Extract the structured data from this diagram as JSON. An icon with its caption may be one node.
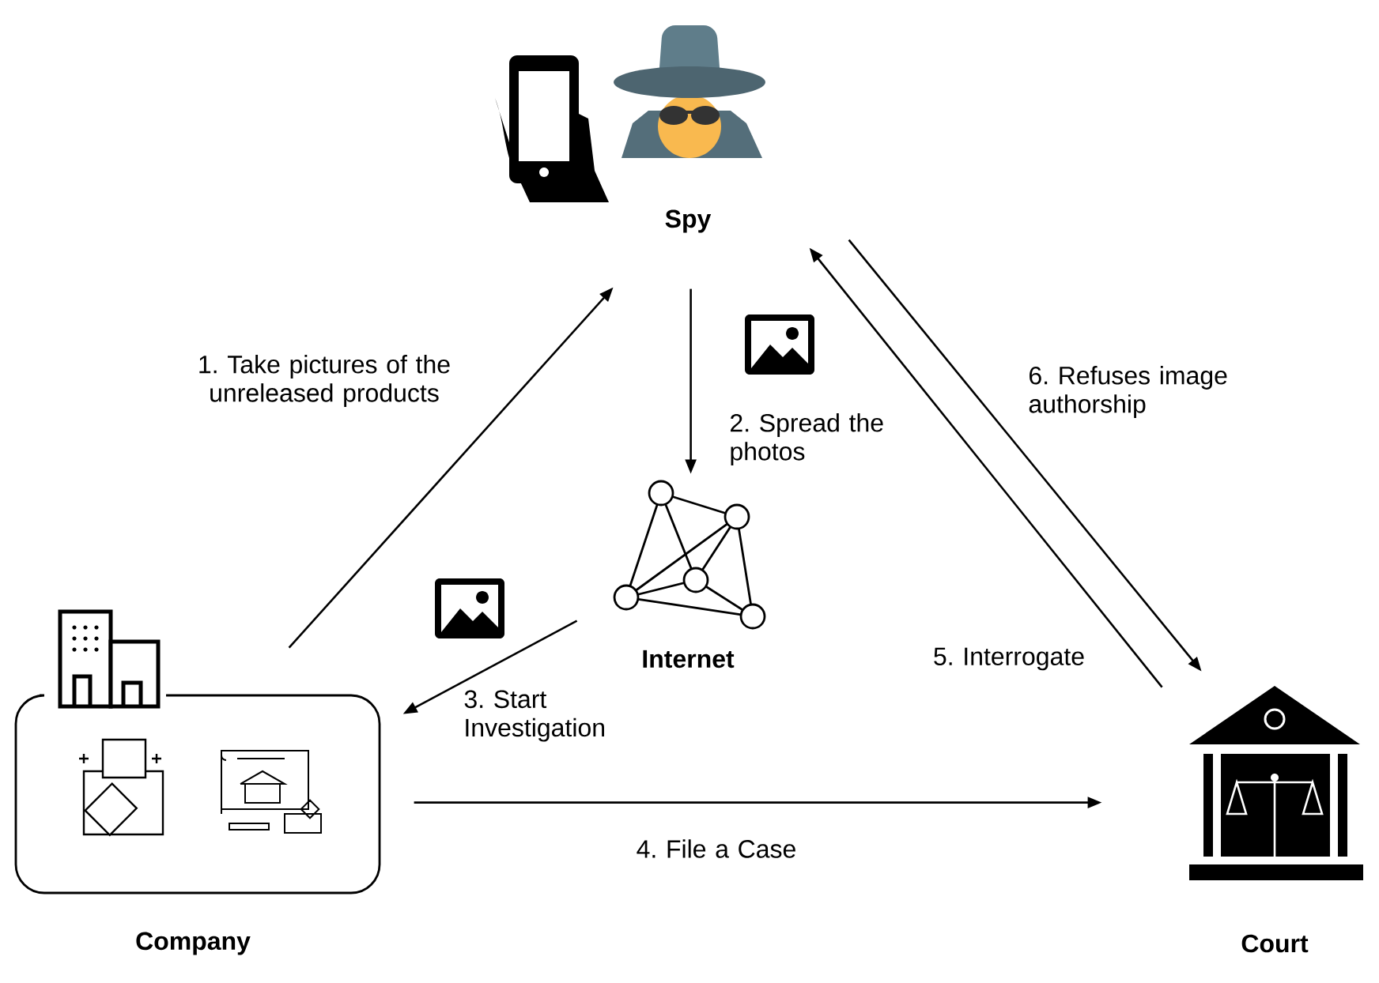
{
  "diagram": {
    "nodes": [
      {
        "text": [
          "Spy"
        ]
      },
      {
        "text": [
          "Internet"
        ]
      },
      {
        "text": [
          "Company"
        ]
      },
      {
        "text": [
          "Court"
        ]
      }
    ],
    "edges": [
      {
        "from": 2,
        "to": 0,
        "arrow": "to",
        "label": "1. Take pictures of the unreleased products"
      },
      {
        "from": 0,
        "to": 1,
        "arrow": "to",
        "label": "2. Spread the photos"
      },
      {
        "from": 1,
        "to": 2,
        "arrow": "to",
        "label": "3. Start Investigation"
      },
      {
        "from": 2,
        "to": 3,
        "arrow": "to",
        "label": "4. File a Case"
      },
      {
        "from": 3,
        "to": 0,
        "arrow": "to",
        "label": "5. Interrogate"
      },
      {
        "from": 0,
        "to": 3,
        "arrow": "to",
        "label": "6. Refuses image authorship"
      }
    ]
  }
}
